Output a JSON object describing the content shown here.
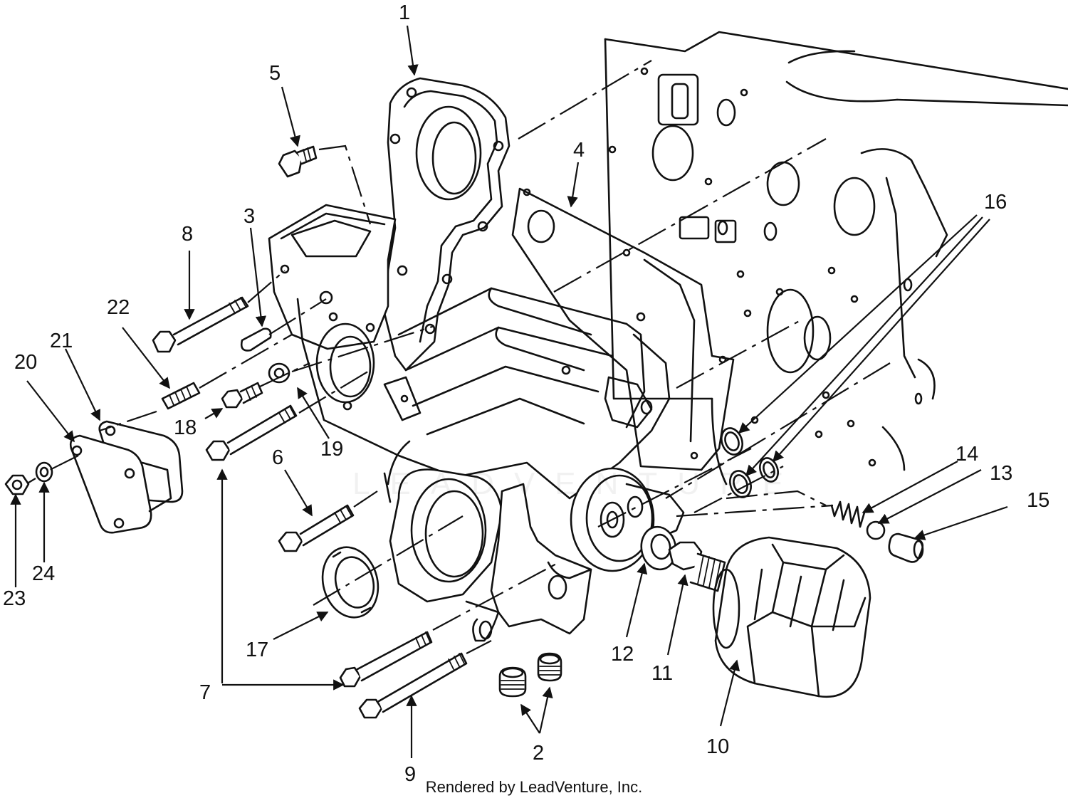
{
  "diagram": {
    "callouts": [
      "1",
      "2",
      "3",
      "4",
      "5",
      "6",
      "7",
      "8",
      "9",
      "10",
      "11",
      "12",
      "13",
      "14",
      "15",
      "16",
      "17",
      "18",
      "19",
      "20",
      "21",
      "22",
      "23",
      "24"
    ],
    "watermark": "LEADVENTURE",
    "footer": "Rendered by LeadVenture, Inc."
  }
}
